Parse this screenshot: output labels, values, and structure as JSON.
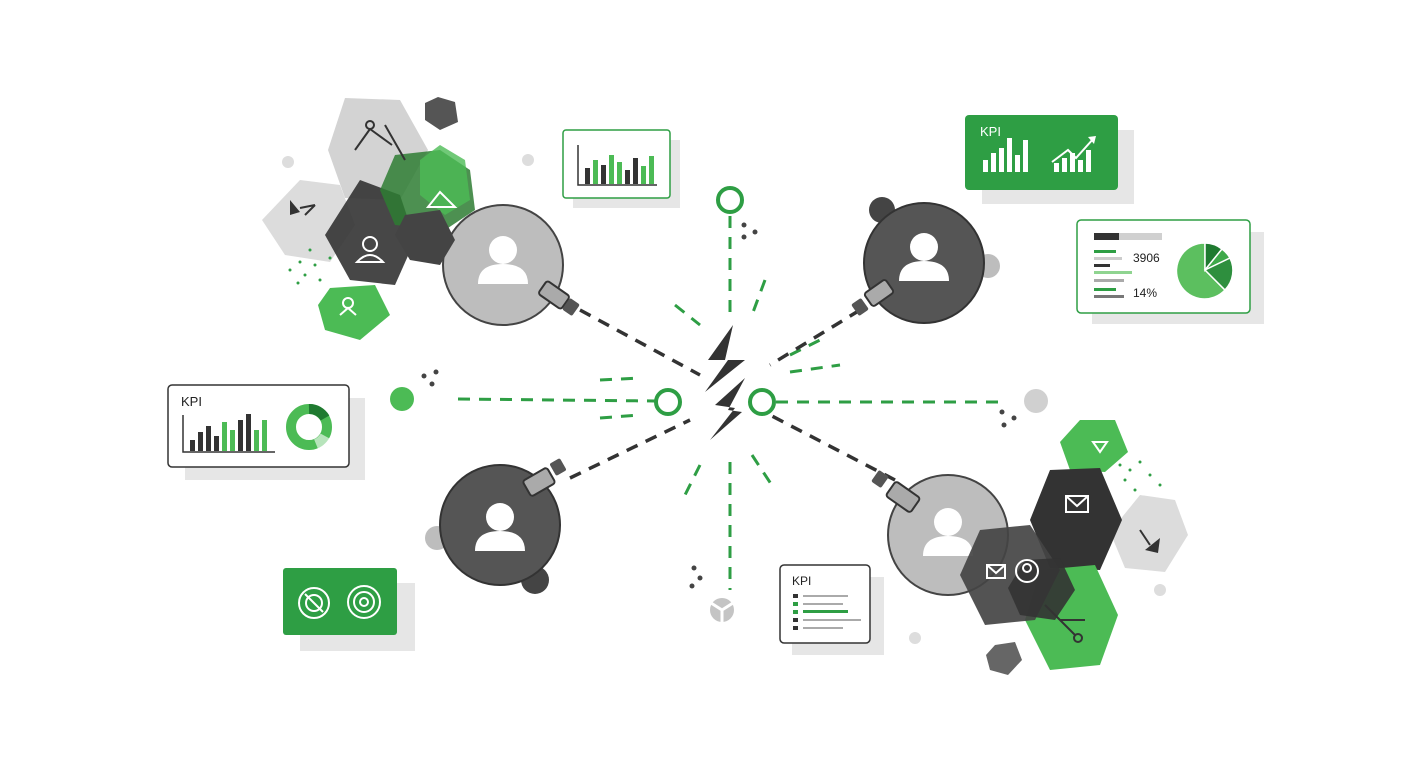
{
  "colors": {
    "green": "#2e9e44",
    "light_green": "#5cbf5f",
    "dark": "#4f4f4f",
    "light_gray": "#bdbdbd",
    "pale": "#e6e6e6"
  },
  "cards": {
    "top_right_kpi": {
      "label": "KPI"
    },
    "stats_card": {
      "value_1": "3906",
      "value_2": "14%"
    },
    "left_kpi": {
      "label": "KPI"
    },
    "bottom_kpi": {
      "label": "KPI"
    }
  },
  "icons": [
    "user-icon",
    "broken-connection-icon",
    "bar-chart-icon",
    "pie-chart-icon",
    "donut-chart-icon",
    "mail-icon",
    "target-icon"
  ]
}
